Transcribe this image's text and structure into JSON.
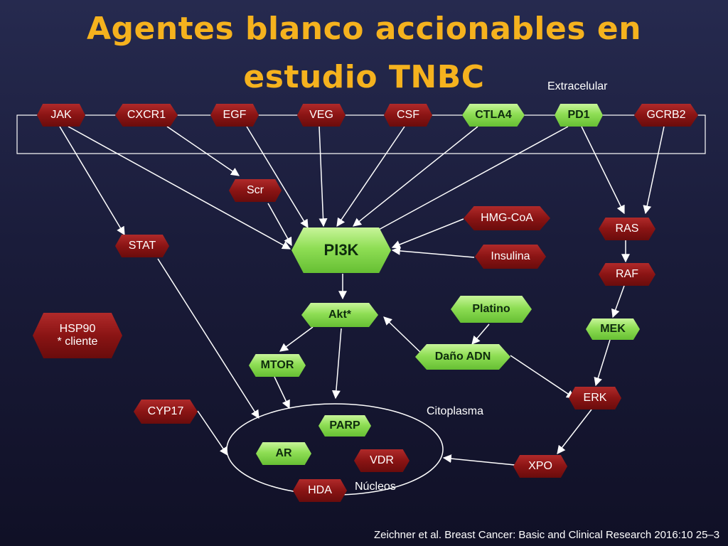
{
  "title": {
    "line1": "Agentes blanco accionables  en",
    "line2": "estudio TNBC"
  },
  "regions": {
    "extracellular": "Extracelular",
    "cytoplasm": "Citoplasma",
    "nuclei": "Núcleos"
  },
  "nodes": {
    "jak": "JAK",
    "cxcr1": "CXCR1",
    "egf": "EGF",
    "veg": "VEG",
    "csf": "CSF",
    "ctla4": "CTLA4",
    "pd1": "PD1",
    "gcrb2": "GCRB2",
    "scr": "Scr",
    "hmgcoa": "HMG-CoA",
    "ras": "RAS",
    "stat": "STAT",
    "pi3k": "PI3K",
    "insulina": "Insulina",
    "raf": "RAF",
    "akt": "Akt*",
    "platino": "Platino",
    "hsp90_line1": "HSP90",
    "hsp90_line2": "* cliente",
    "mek": "MEK",
    "mtor": "MTOR",
    "dano_adn": "Daño ADN",
    "erk": "ERK",
    "cyp17": "CYP17",
    "parp": "PARP",
    "ar": "AR",
    "vdr": "VDR",
    "xpo": "XPO",
    "hda": "HDA"
  },
  "node_colors": {
    "inhibitor_target": "#8a1414",
    "approved_target": "#8fde55"
  },
  "citation": "Zeichner et al. Breast  Cancer: Basic and Clinical Research 2016:10 25–3"
}
